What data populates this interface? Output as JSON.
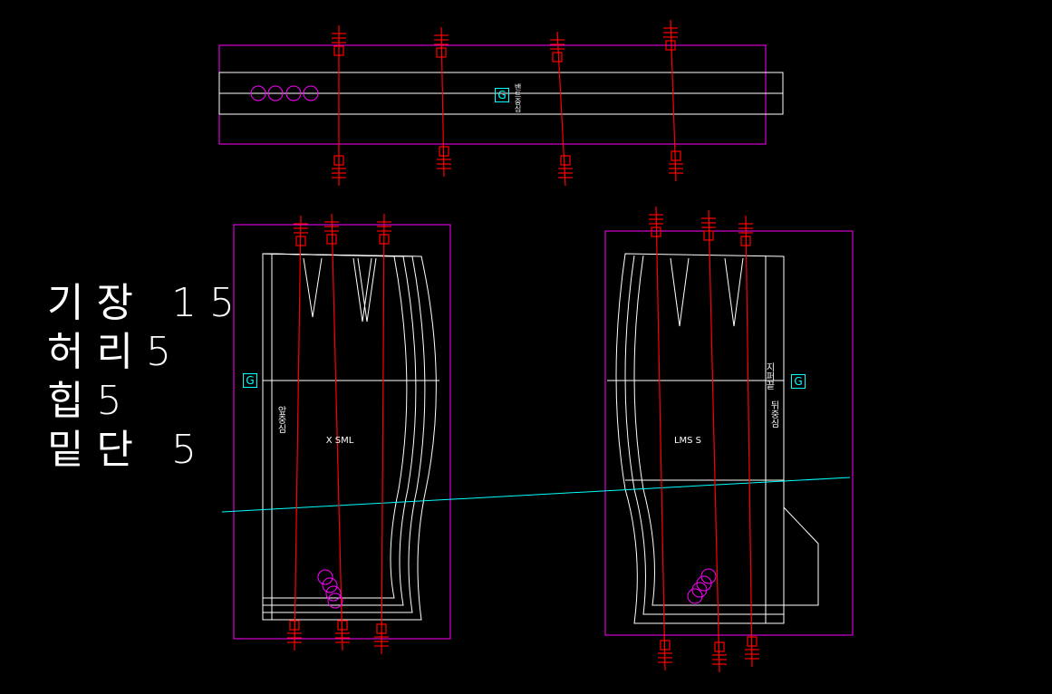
{
  "legend": [
    {
      "label": "기장",
      "value": "15"
    },
    {
      "label": "허리",
      "value": "5"
    },
    {
      "label": "힙",
      "value": "5"
    },
    {
      "label": "밑단",
      "value": "5"
    }
  ],
  "front_piece": {
    "center_label": "앞중심",
    "size_label": "X SML",
    "marker": "G"
  },
  "back_piece": {
    "center_label": "뒤중심",
    "size_label": "LMS S",
    "side_label": "지퍼끝",
    "marker": "G"
  },
  "waistband": {
    "marker": "G",
    "label": "밴드중심"
  },
  "colors": {
    "outline": "#ffffff",
    "grain": "#ff0000",
    "bbox": "#ff00ff",
    "axis": "#00ffff",
    "notch": "#ffff00"
  }
}
